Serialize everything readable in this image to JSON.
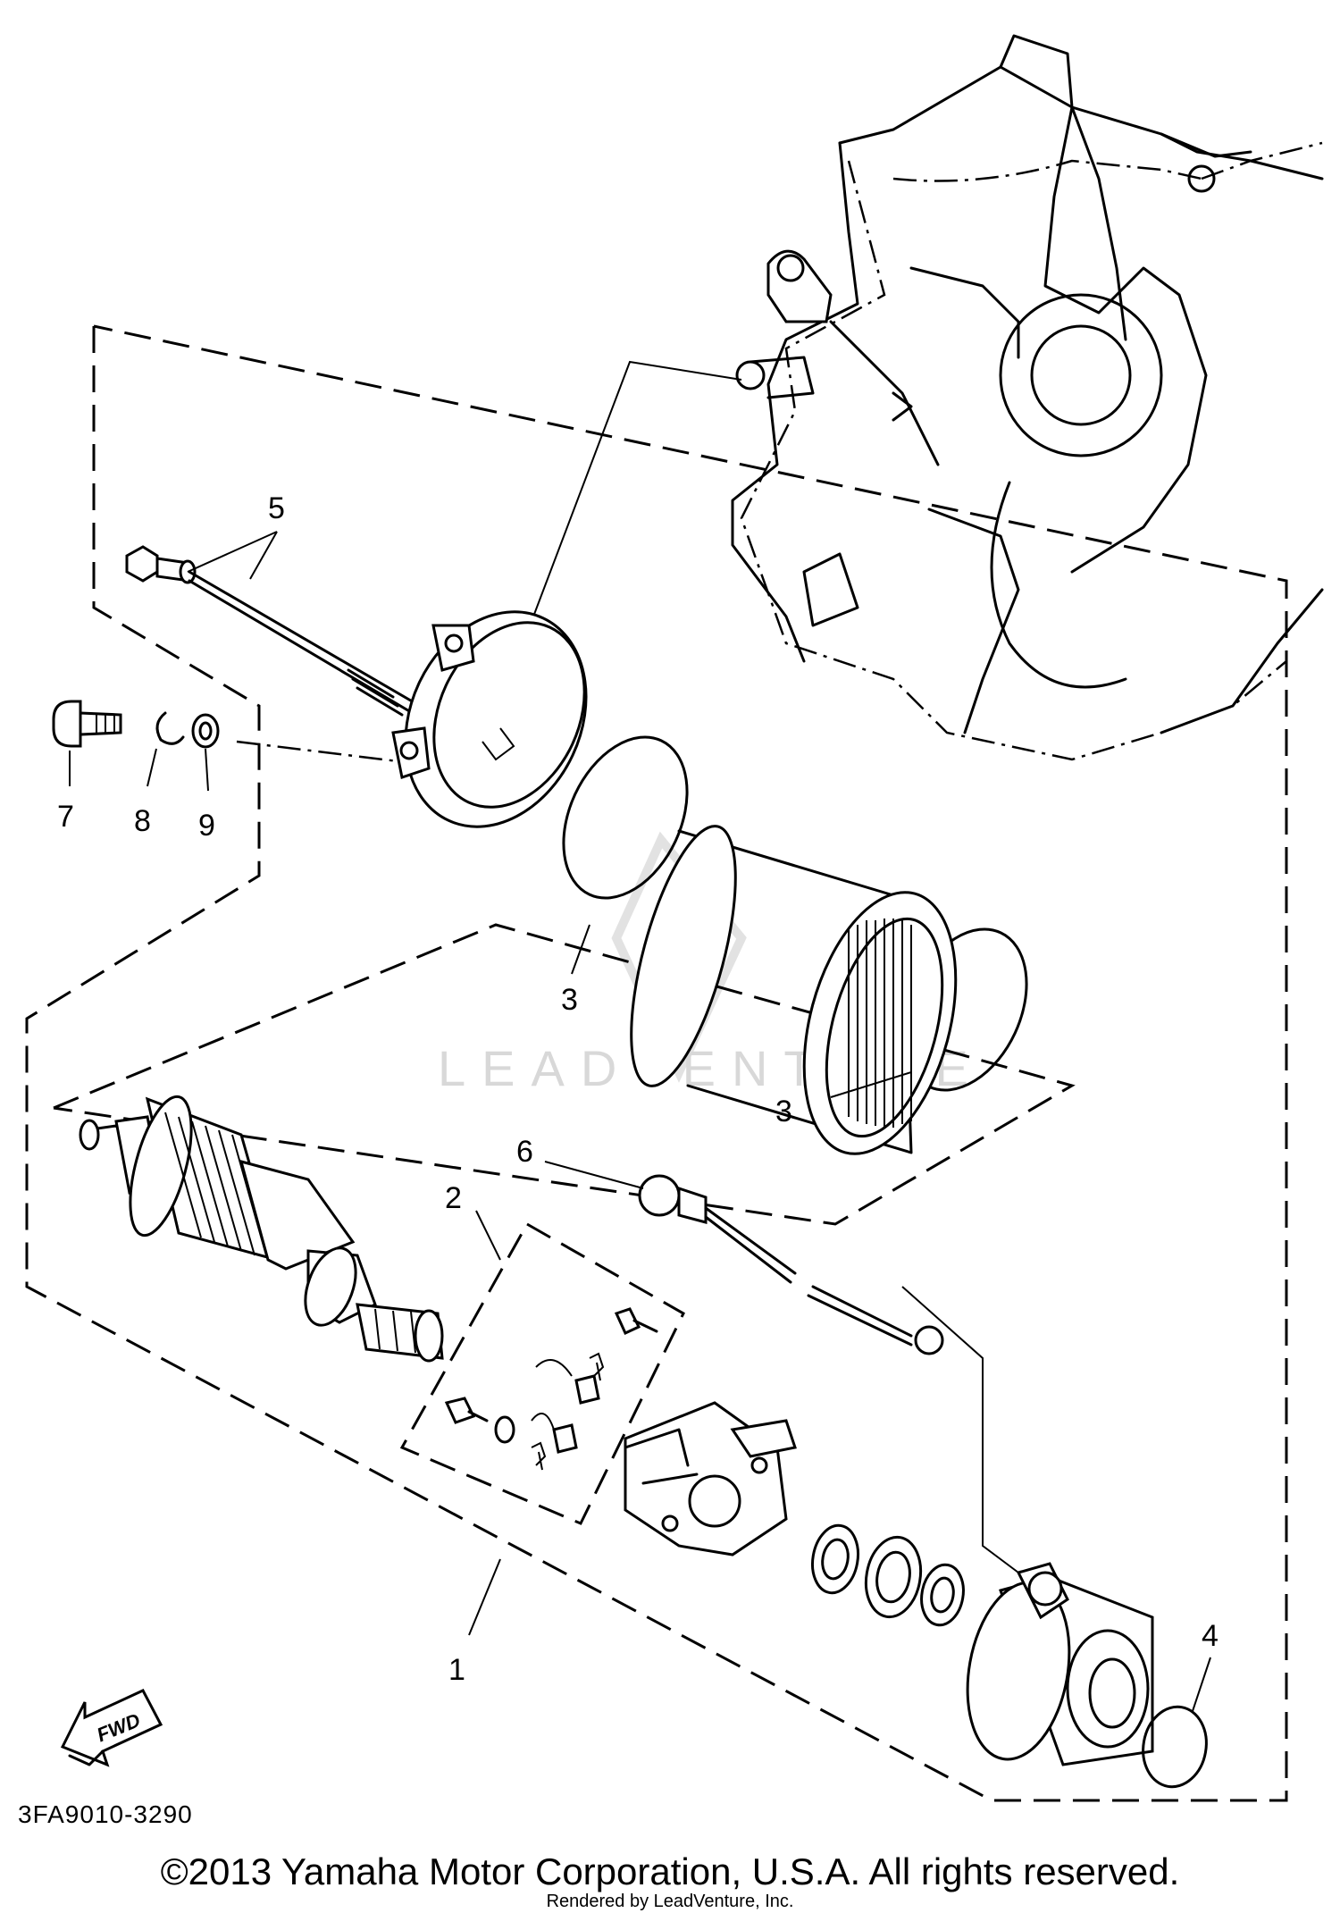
{
  "callouts": {
    "c1": "1",
    "c2": "2",
    "c3a": "3",
    "c3b": "3",
    "c4": "4",
    "c5": "5",
    "c6": "6",
    "c7": "7",
    "c8": "8",
    "c9": "9"
  },
  "fwd_label": "FWD",
  "diagram_code": "3FA9010-3290",
  "watermark": "LEADVENTURE",
  "copyright": "©2013 Yamaha Motor Corporation, U.S.A. All rights reserved.",
  "rendered_by": "Rendered by LeadVenture, Inc."
}
